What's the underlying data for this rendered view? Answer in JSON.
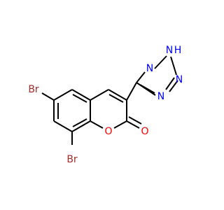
{
  "molecule": {
    "atoms": {
      "br_top": {
        "symbol": "Br",
        "color": "#a52a2a"
      },
      "br_bottom": {
        "symbol": "Br",
        "color": "#a52a2a"
      },
      "o_ring": {
        "symbol": "O",
        "color": "#ff0000"
      },
      "o_carbonyl": {
        "symbol": "O",
        "color": "#ff0000"
      },
      "n_tetrazole_1": {
        "symbol": "N",
        "color": "#0000ff"
      },
      "n_tetrazole_2": {
        "symbol": "N",
        "color": "#0000ff"
      },
      "n_tetrazole_3": {
        "symbol": "N",
        "color": "#0000ff"
      },
      "n_tetrazole_4": {
        "symbol": "N",
        "color": "#0000ff"
      },
      "h_tetrazole": {
        "symbol": "H",
        "color": "#0000ff"
      }
    },
    "bond_color": "#000000"
  }
}
